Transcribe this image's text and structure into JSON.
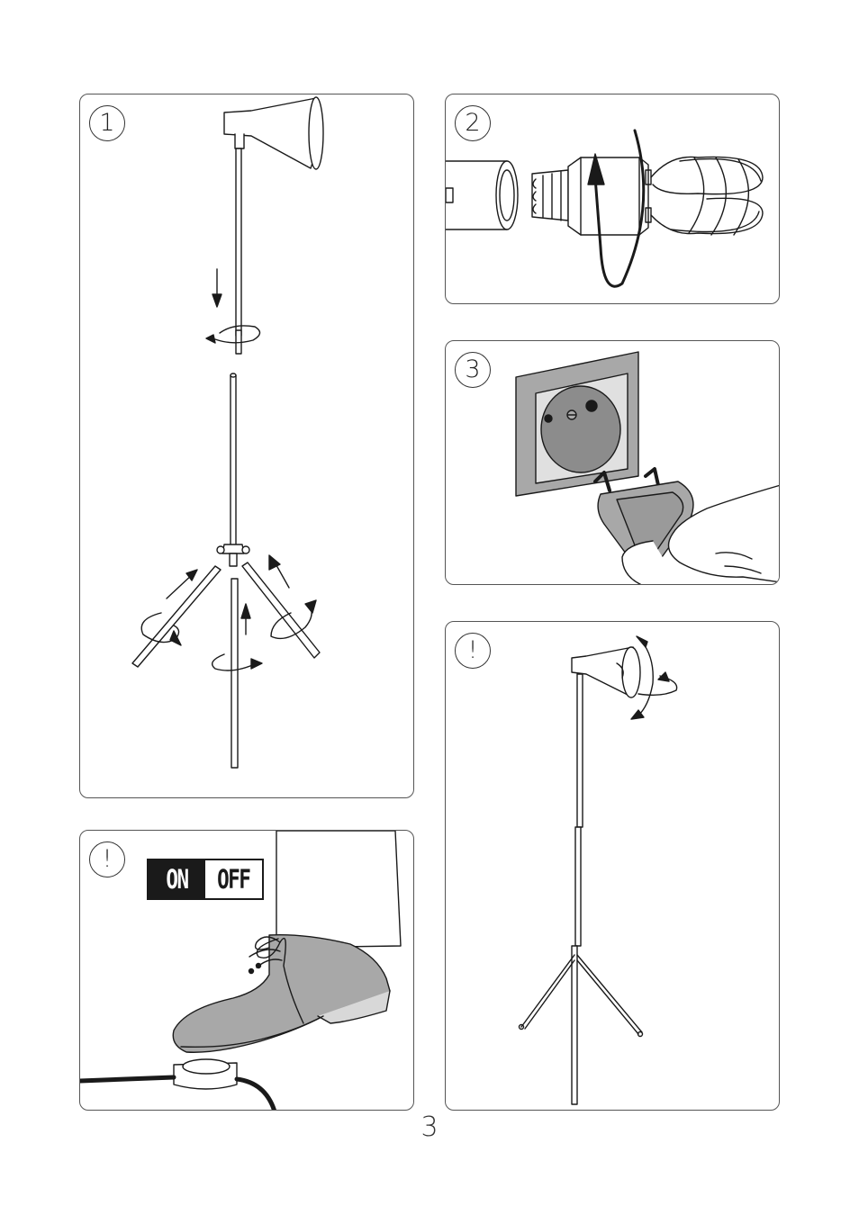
{
  "panels": {
    "assembly": {
      "badge": "1"
    },
    "bulb": {
      "badge": "2"
    },
    "plug": {
      "badge": "3"
    },
    "foot_switch": {
      "badge": "!",
      "switch": {
        "on_label": "ON",
        "off_label": "OFF"
      }
    },
    "adjust_head": {
      "badge": "!"
    }
  },
  "footer": {
    "page_number": "3"
  }
}
